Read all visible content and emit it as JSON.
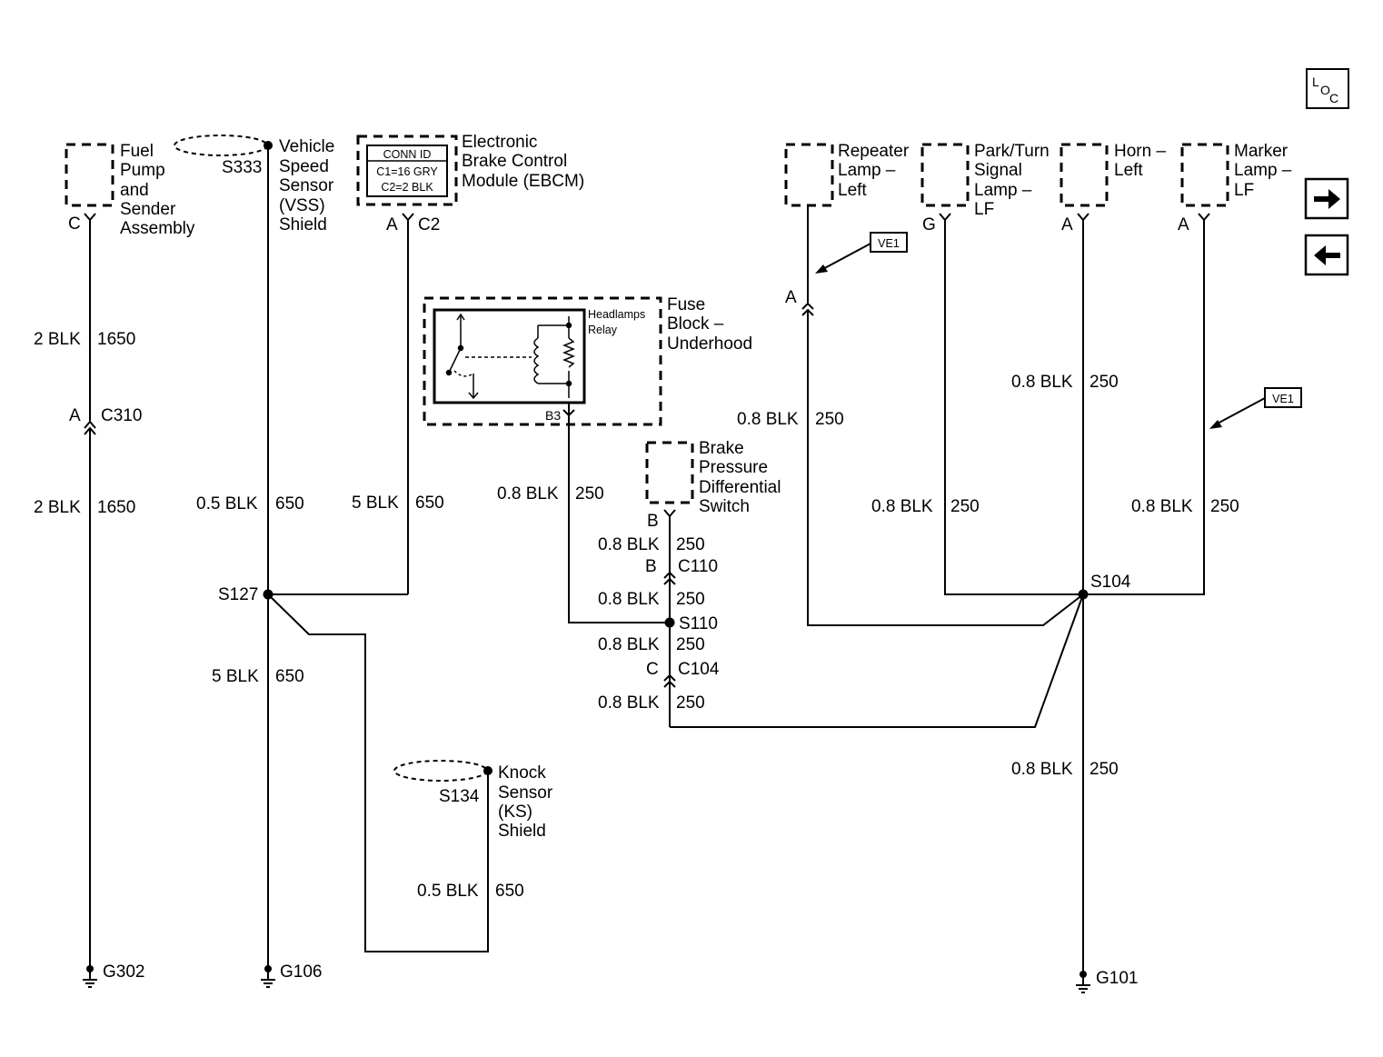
{
  "nav": {
    "loc_label": "LOC",
    "next_label": "→",
    "prev_label": "←"
  },
  "components": {
    "fuel_pump": {
      "lines": [
        "Fuel",
        "Pump",
        "and",
        "Sender",
        "Assembly"
      ],
      "pin": "C"
    },
    "vss_shield": {
      "lines": [
        "Vehicle",
        "Speed",
        "Sensor",
        "(VSS)",
        "Shield"
      ],
      "splice": "S333"
    },
    "ebcm": {
      "lines": [
        "Electronic",
        "Brake Control",
        "Module (EBCM)"
      ],
      "conn_title": "CONN ID",
      "conn_rows": [
        "C1=16 GRY",
        "C2=2 BLK"
      ],
      "pin": "A",
      "conn": "C2"
    },
    "fuse_block": {
      "lines": [
        "Fuse",
        "Block –",
        "Underhood"
      ],
      "relay_lines": [
        "Headlamps",
        "Relay"
      ],
      "pin": "B3"
    },
    "brake_switch": {
      "lines": [
        "Brake",
        "Pressure",
        "Differential",
        "Switch"
      ],
      "pin": "B"
    },
    "knock_sensor": {
      "lines": [
        "Knock",
        "Sensor",
        "(KS)",
        "Shield"
      ],
      "splice": "S134"
    },
    "repeater_lamp": {
      "lines": [
        "Repeater",
        "Lamp –",
        "Left"
      ]
    },
    "park_turn_lamp": {
      "lines": [
        "Park/Turn",
        "Signal",
        "Lamp –",
        "LF"
      ],
      "pin": "G"
    },
    "horn": {
      "lines": [
        "Horn –",
        "Left"
      ],
      "pin": "A"
    },
    "marker_lamp": {
      "lines": [
        "Marker",
        "Lamp –",
        "LF"
      ],
      "pin": "A"
    }
  },
  "wires": {
    "w1650_top": {
      "gauge": "2 BLK",
      "circuit": "1650"
    },
    "w1650_bot": {
      "gauge": "2 BLK",
      "circuit": "1650"
    },
    "w650_vss": {
      "gauge": "0.5 BLK",
      "circuit": "650"
    },
    "w650_ebcm": {
      "gauge": "5 BLK",
      "circuit": "650"
    },
    "w650_g106": {
      "gauge": "5 BLK",
      "circuit": "650"
    },
    "w650_ks": {
      "gauge": "0.5 BLK",
      "circuit": "650"
    },
    "w250_fuse": {
      "gauge": "0.8 BLK",
      "circuit": "250"
    },
    "w250_brk1": {
      "gauge": "0.8 BLK",
      "circuit": "250"
    },
    "w250_brk2": {
      "gauge": "0.8 BLK",
      "circuit": "250"
    },
    "w250_brk3": {
      "gauge": "0.8 BLK",
      "circuit": "250"
    },
    "w250_brk4": {
      "gauge": "0.8 BLK",
      "circuit": "250"
    },
    "w250_rep": {
      "gauge": "0.8 BLK",
      "circuit": "250"
    },
    "w250_horn": {
      "gauge": "0.8 BLK",
      "circuit": "250"
    },
    "w250_park": {
      "gauge": "0.8 BLK",
      "circuit": "250"
    },
    "w250_marker": {
      "gauge": "0.8 BLK",
      "circuit": "250"
    },
    "w250_g101": {
      "gauge": "0.8 BLK",
      "circuit": "250"
    }
  },
  "connectors": {
    "c310": {
      "pin": "A",
      "name": "C310"
    },
    "c110": {
      "pin": "B",
      "name": "C110"
    },
    "c104": {
      "pin": "C",
      "name": "C104"
    },
    "repeater_inline": {
      "pin": "A"
    }
  },
  "splices": {
    "s127": "S127",
    "s110": "S110",
    "s104": "S104"
  },
  "grounds": {
    "g302": "G302",
    "g106": "G106",
    "g101": "G101"
  },
  "refs": {
    "ve1_a": "VE1",
    "ve1_b": "VE1"
  }
}
